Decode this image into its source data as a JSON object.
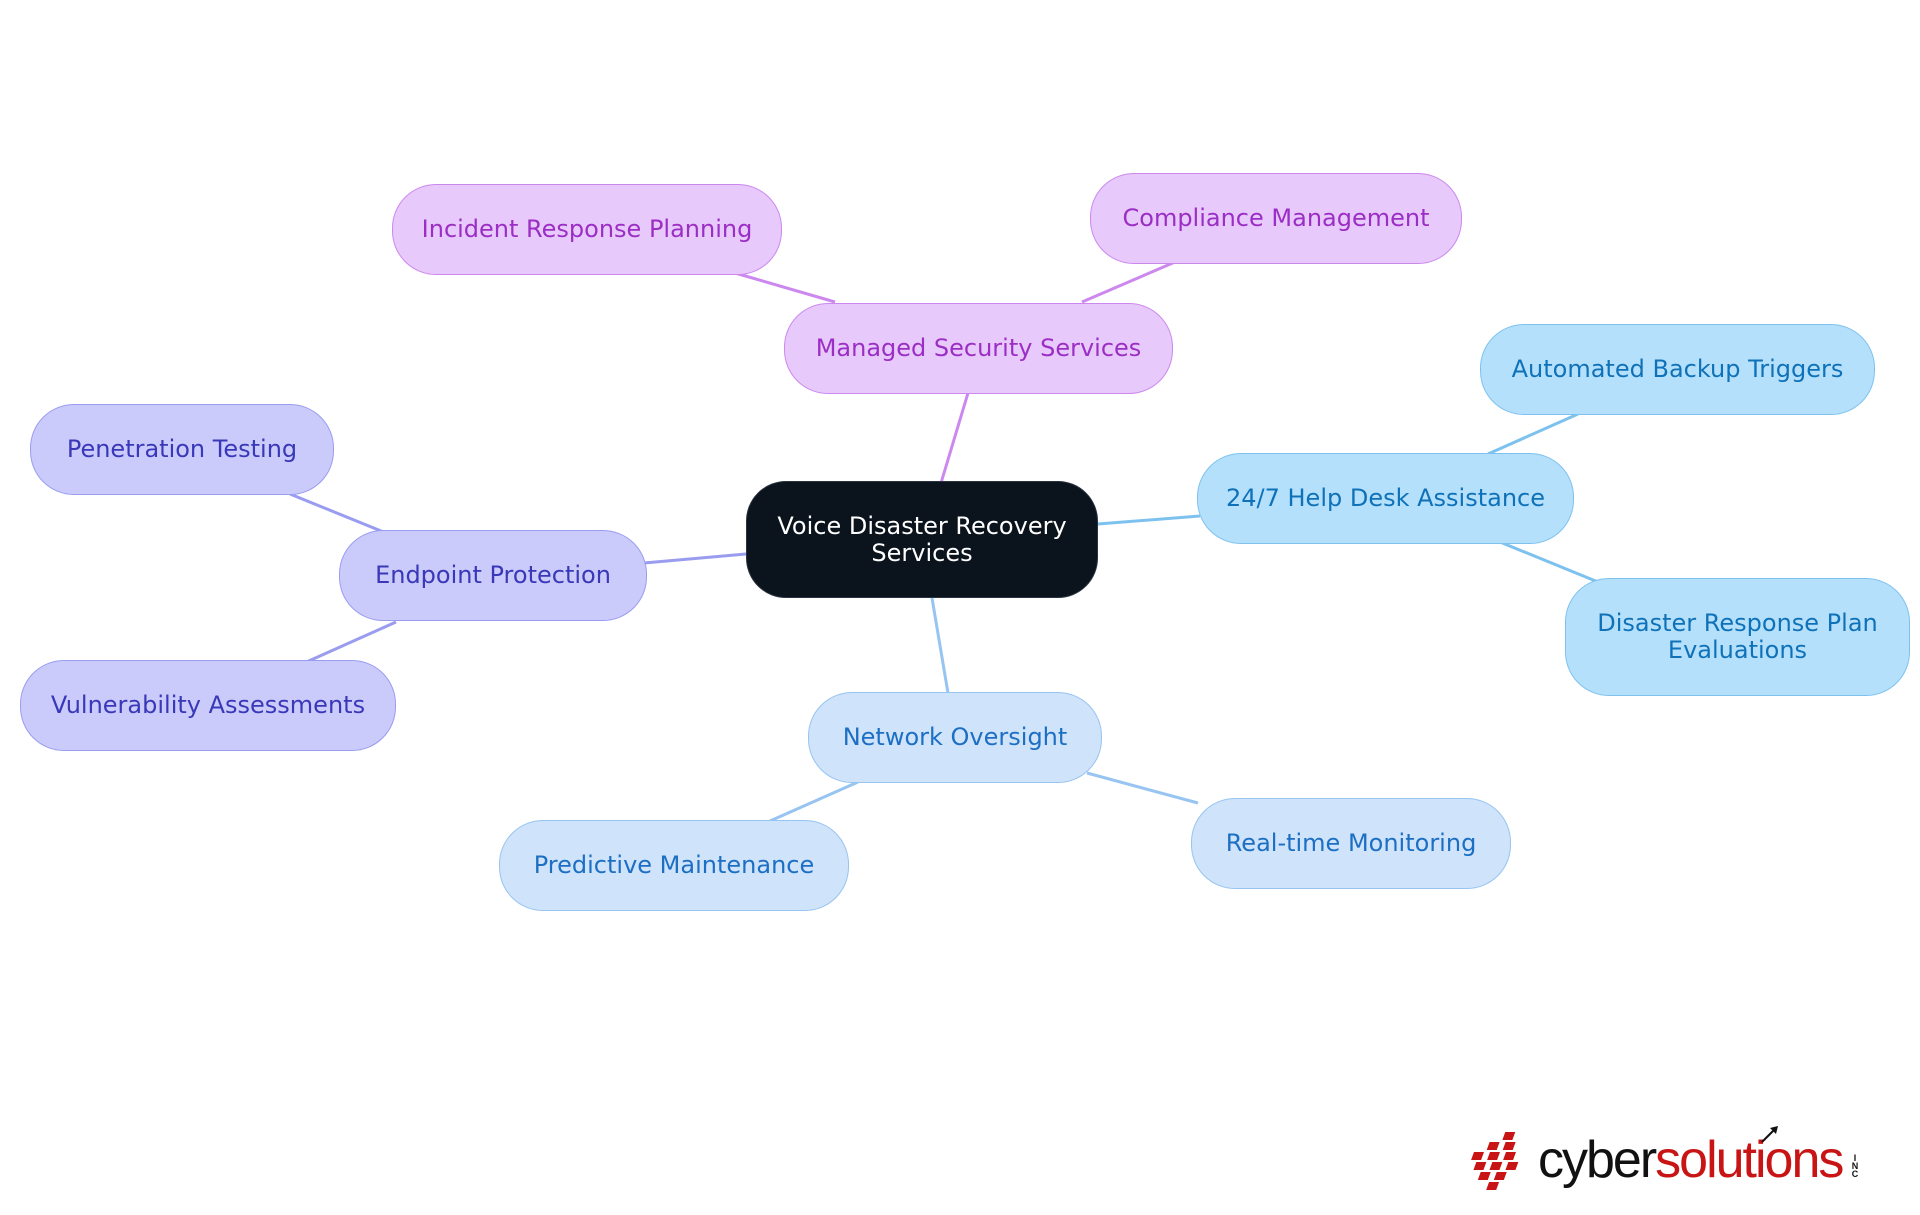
{
  "root": {
    "label": "Voice Disaster Recovery\nServices"
  },
  "branches": {
    "managed_security": {
      "label": "Managed Security Services",
      "color": "#cc88ee",
      "children": [
        "Incident Response Planning",
        "Compliance Management"
      ]
    },
    "help_desk": {
      "label": "24/7 Help Desk Assistance",
      "color": "#7dc2ef",
      "children": [
        "Automated Backup Triggers",
        "Disaster Response Plan\nEvaluations"
      ]
    },
    "network_oversight": {
      "label": "Network Oversight",
      "color": "#97c4f0",
      "children": [
        "Predictive Maintenance",
        "Real-time Monitoring"
      ]
    },
    "endpoint_protection": {
      "label": "Endpoint Protection",
      "color": "#9a9cf0",
      "children": [
        "Penetration Testing",
        "Vulnerability Assessments"
      ]
    }
  },
  "logo": {
    "word_part1": "cyber",
    "word_part2": "solutions",
    "suffix": "INC",
    "colors": {
      "dark": "#111111",
      "red": "#c81414"
    }
  }
}
